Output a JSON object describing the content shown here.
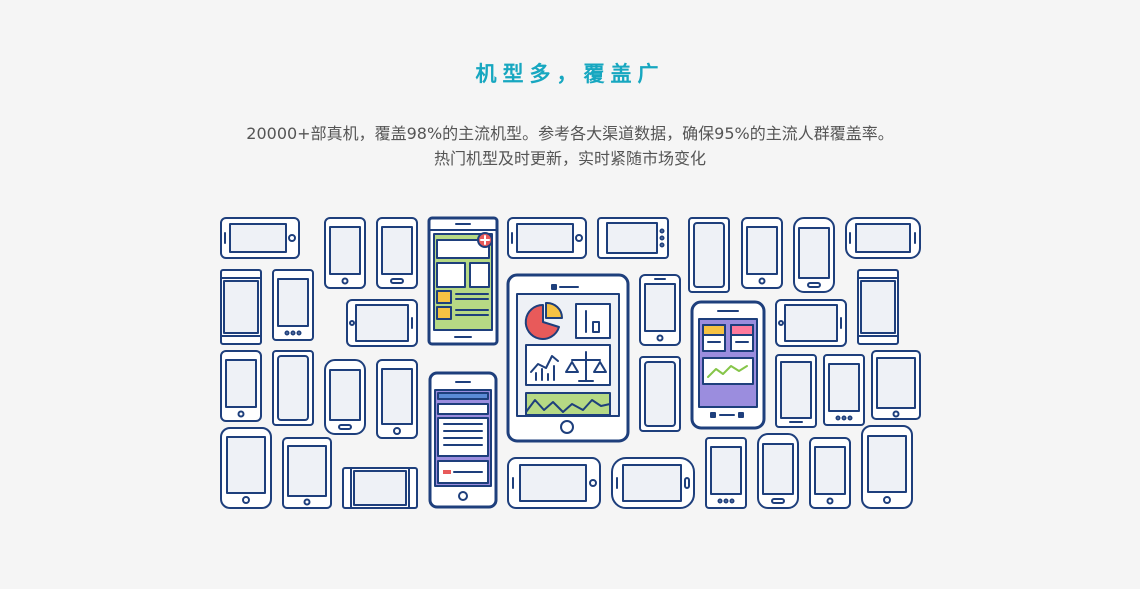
{
  "header": {
    "title": "机型多，覆盖广",
    "line1": "20000+部真机，覆盖98%的主流机型。参考各大渠道数据，确保95%的主流人群覆盖率。",
    "line2": "热门机型及时更新，实时紧随市场变化"
  },
  "colors": {
    "title": "#17a7c0",
    "text": "#555555",
    "outline": "#1e3f7c",
    "background": "#f5f5f5",
    "screen_fill": "#eef1f6",
    "accent_green": "#b6d984",
    "accent_purple": "#9b8dde",
    "accent_red": "#e85a5a",
    "accent_yellow": "#f6c243"
  }
}
